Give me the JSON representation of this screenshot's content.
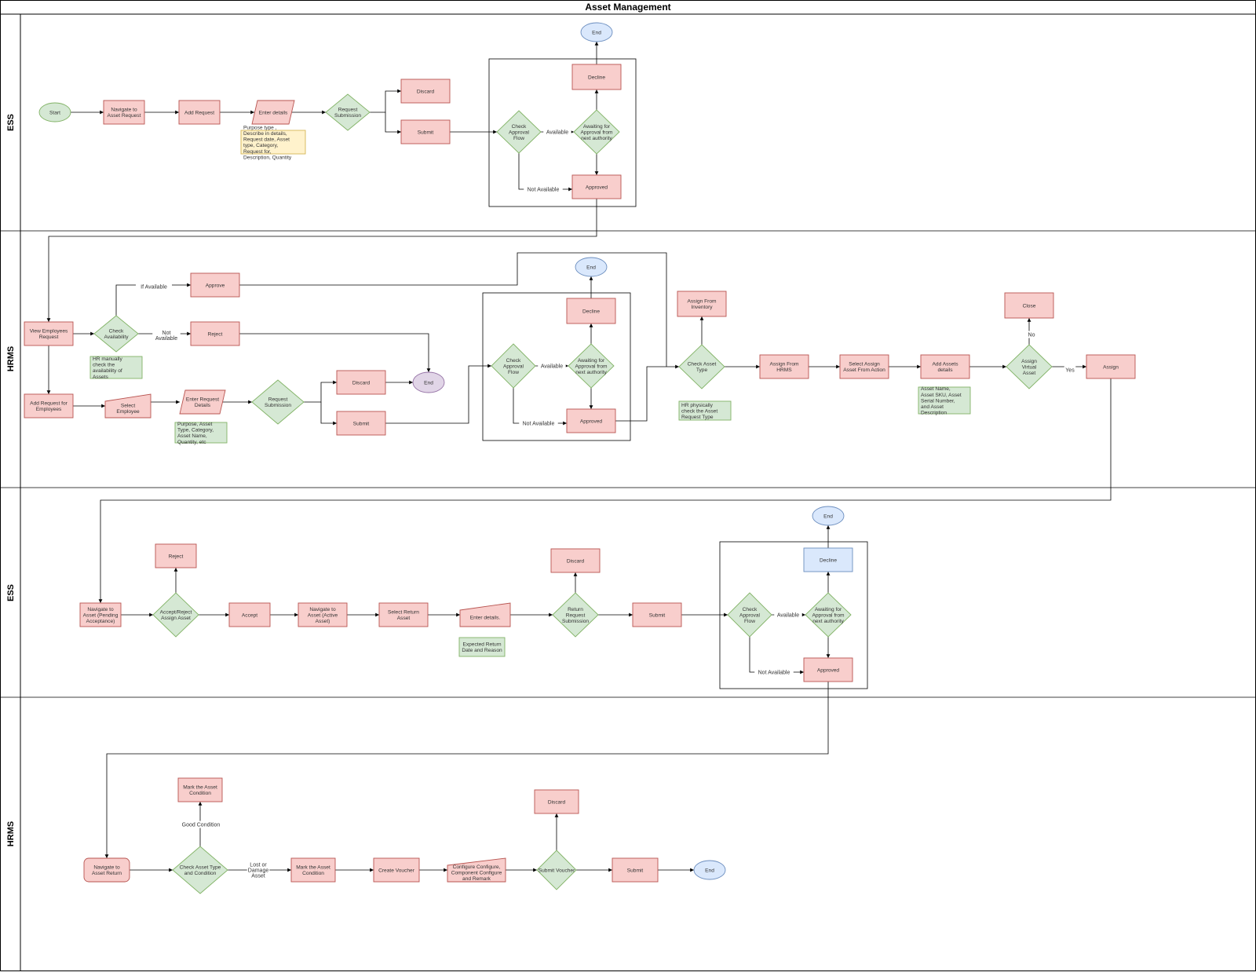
{
  "title": "Asset Management",
  "colors": {
    "pink_fill": "#f8cecc",
    "pink_stroke": "#b85450",
    "green_fill": "#d5e8d4",
    "green_stroke": "#82b366",
    "blue_fill": "#dae8fc",
    "blue_stroke": "#6c8ebf",
    "yellow_fill": "#fff2cc",
    "yellow_stroke": "#d6b656",
    "purple_fill": "#e1d5e7",
    "purple_stroke": "#9673a6"
  },
  "lanes": [
    {
      "id": "lane1",
      "label": "ESS"
    },
    {
      "id": "lane2",
      "label": "HRMS"
    },
    {
      "id": "lane3",
      "label": "ESS"
    },
    {
      "id": "lane4",
      "label": "HRMS"
    }
  ],
  "nodes": {
    "l1_start": "Start",
    "l1_nav": "Navigate to Asset Request",
    "l1_add": "Add Request",
    "l1_enter": "Enter details",
    "l1_note": "Purpose type , Describe in details, Request date, Asset type, Category, Request for, Description, Quantity",
    "l1_reqsub": "Request Submission",
    "l1_discard": "Discard",
    "l1_submit": "Submit",
    "l1_check": "Check Approval Flow",
    "l1_await": "Awaiting for Approval from next authority",
    "l1_decline": "Decline",
    "l1_end": "End",
    "l1_approved": "Approved",
    "l2_view": "View Employees Request",
    "l2_checkavail": "Check Availability",
    "l2_approve": "Approve",
    "l2_reject": "Reject",
    "l2_hrnote": "HR manually check the availability of Assets",
    "l2_addreq": "Add Request for Employees",
    "l2_selemp": "Select Employee",
    "l2_enterreq": "Enter Request Details",
    "l2_purpose": "Purpose, Asset Type, Category, Asset Name, Quantity, etc",
    "l2_reqsub": "Request Submission",
    "l2_discard": "Discard",
    "l2_submit": "Submit",
    "l2_end_purple": "End",
    "l2_check": "Check Approval Flow",
    "l2_await": "Awaiting for Approval from next authority",
    "l2_decline": "Decline",
    "l2_end": "End",
    "l2_approved": "Approved",
    "l2_checktype": "Check Asset Type",
    "l2_hrphys": "HR physically check the Asset Request Type",
    "l2_assigninv": "Assign From Inventory",
    "l2_assignhrms": "Assign From HRMS",
    "l2_selassign": "Select Assign Asset From Action",
    "l2_addassets": "Add Assets details",
    "l2_assetsnote": "Asset Name, Asset SKU, Asset Serial Number, and Asset Description",
    "l2_virtual": "Assign Virtual Asset",
    "l2_close": "Close",
    "l2_assign": "Assign",
    "l3_nav": "Navigate to Asset (Pending Acceptance)",
    "l3_acc": "Accept/Reject Assign Asset",
    "l3_reject": "Reject",
    "l3_accept": "Accept",
    "l3_navactive": "Navigate to Asset (Active Asset)",
    "l3_selret": "Select Return Asset",
    "l3_enter": "Enter details.",
    "l3_note": "Expected Return Date and Reason",
    "l3_retsub": "Return Request Submission",
    "l3_discard": "Discard",
    "l3_submit": "Submit",
    "l3_check": "Check Approval Flow",
    "l3_await": "Awaiting for Approval from next authority",
    "l3_decline": "Decline",
    "l3_end": "End",
    "l3_approved": "Approved",
    "l4_nav": "Navigate to Asset Return",
    "l4_check": "Check Asset Type and Condition",
    "l4_markgood": "Mark the Asset Condition",
    "l4_mark": "Mark the Asset Condition",
    "l4_voucher": "Create Voucher",
    "l4_config": "Configure Configure, Component Configure and Remark",
    "l4_subvoucher": "Submit Voucher",
    "l4_discard": "Discard",
    "l4_submit": "Submit",
    "l4_end": "End"
  },
  "edge_labels": {
    "available": "Available",
    "not_available": "Not Available",
    "if_available": "If Available",
    "not_available_2": "Not Available",
    "yes": "Yes",
    "no": "No",
    "good": "Good Condition",
    "lost": "Lost or Damage Asset"
  }
}
